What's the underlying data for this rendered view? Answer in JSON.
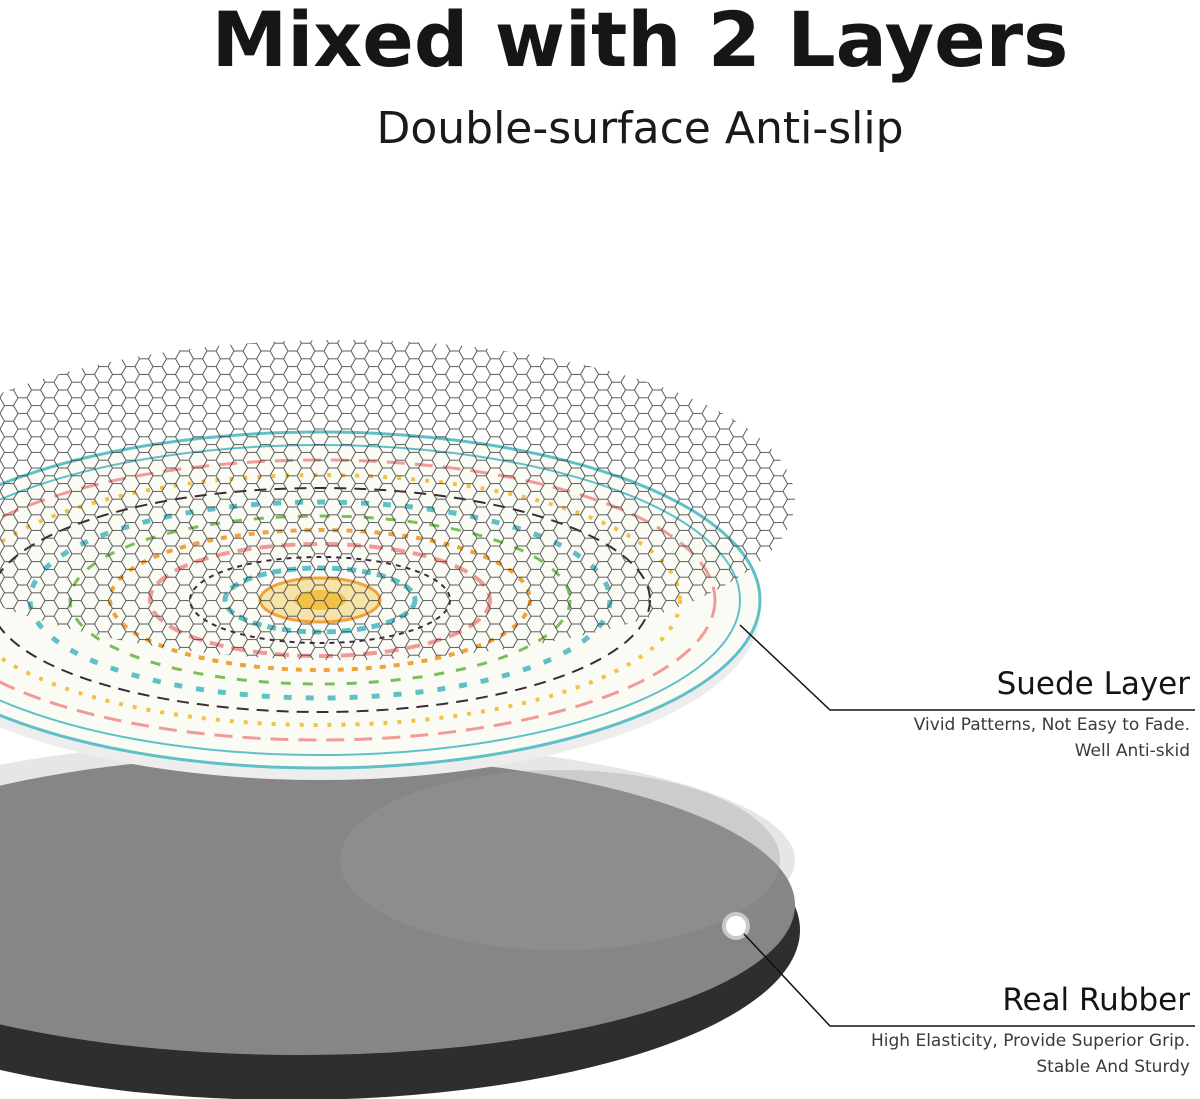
{
  "header": {
    "title": "Mixed with 2 Layers",
    "subtitle": "Double-surface Anti-slip"
  },
  "layers": {
    "suede": {
      "title": "Suede Layer",
      "line1": "Vivid Patterns, Not Easy to Fade.",
      "line2": "Well Anti-skid"
    },
    "rubber": {
      "title": "Real Rubber",
      "line1": "High Elasticity, Provide Superior Grip.",
      "line2": "Stable And Sturdy"
    }
  },
  "colors": {
    "teal": "#5fc0c8",
    "pink": "#f29a96",
    "yellow": "#f2c247",
    "orange": "#f0a23c",
    "green": "#7cbd5a",
    "dark": "#3a2a3a",
    "rubber_gray": "#8a8a8a",
    "rubber_dark": "#333333"
  }
}
